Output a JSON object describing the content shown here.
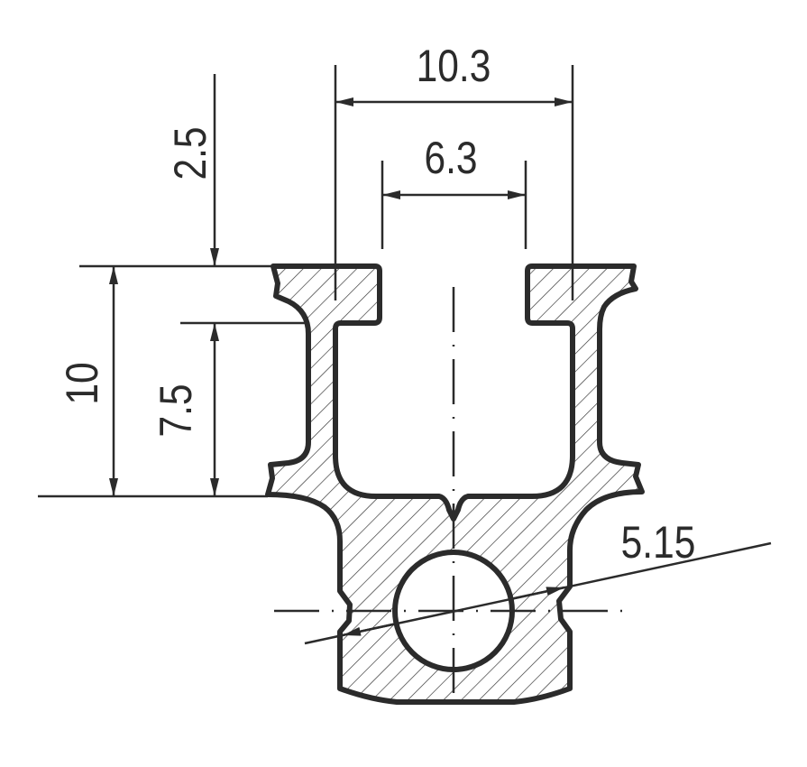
{
  "drawing": {
    "dimensions": {
      "outer_width": "10.3",
      "slot_width": "6.3",
      "flange_height": "2.5",
      "lower_height": "7.5",
      "total_height": "10",
      "hole_diameter": "5.15"
    },
    "colors": {
      "line": "#2b2b2b",
      "background": "#ffffff"
    }
  }
}
